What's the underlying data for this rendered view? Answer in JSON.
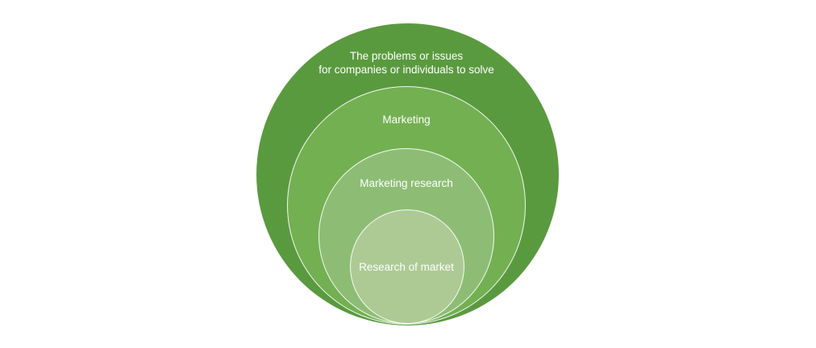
{
  "diagram": {
    "type": "nested-circles",
    "background_color": "#ffffff",
    "text_color": "#ffffff",
    "rings": [
      {
        "label": "The problems or issues for companies or individuals to solve",
        "lines": [
          "The problems or issues",
          "for companies or individuals to solve"
        ],
        "fill": "#5a9a3f",
        "outline": "none"
      },
      {
        "label": "Marketing",
        "lines": [
          "Marketing"
        ],
        "fill": "#73b052",
        "outline": "rgba(255,255,255,0.9)"
      },
      {
        "label": "Marketing research",
        "lines": [
          "Marketing research"
        ],
        "fill": "#8dbd75",
        "outline": "rgba(255,255,255,0.9)"
      },
      {
        "label": "Research of market",
        "lines": [
          "Research of market"
        ],
        "fill": "#adca95",
        "outline": "rgba(255,255,255,0.9)"
      }
    ]
  }
}
